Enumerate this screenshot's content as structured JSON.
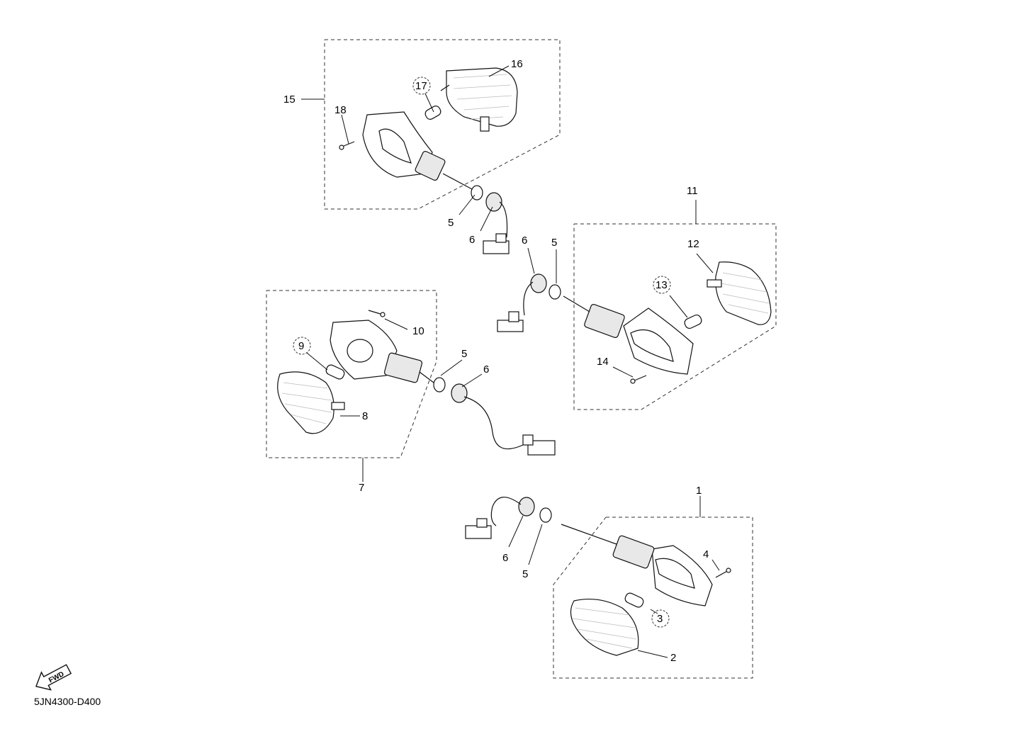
{
  "callouts": {
    "c1": "1",
    "c2": "2",
    "c3": "3",
    "c4": "4",
    "c5a": "5",
    "c5b": "5",
    "c5c": "5",
    "c5d": "5",
    "c6a": "6",
    "c6b": "6",
    "c6c": "6",
    "c6d": "6",
    "c7": "7",
    "c8": "8",
    "c9": "9",
    "c10": "10",
    "c11": "11",
    "c12": "12",
    "c13": "13",
    "c14": "14",
    "c15": "15",
    "c16": "16",
    "c17": "17",
    "c18": "18"
  },
  "fwd_label": "FWD",
  "diagram_code": "5JN4300-D400"
}
